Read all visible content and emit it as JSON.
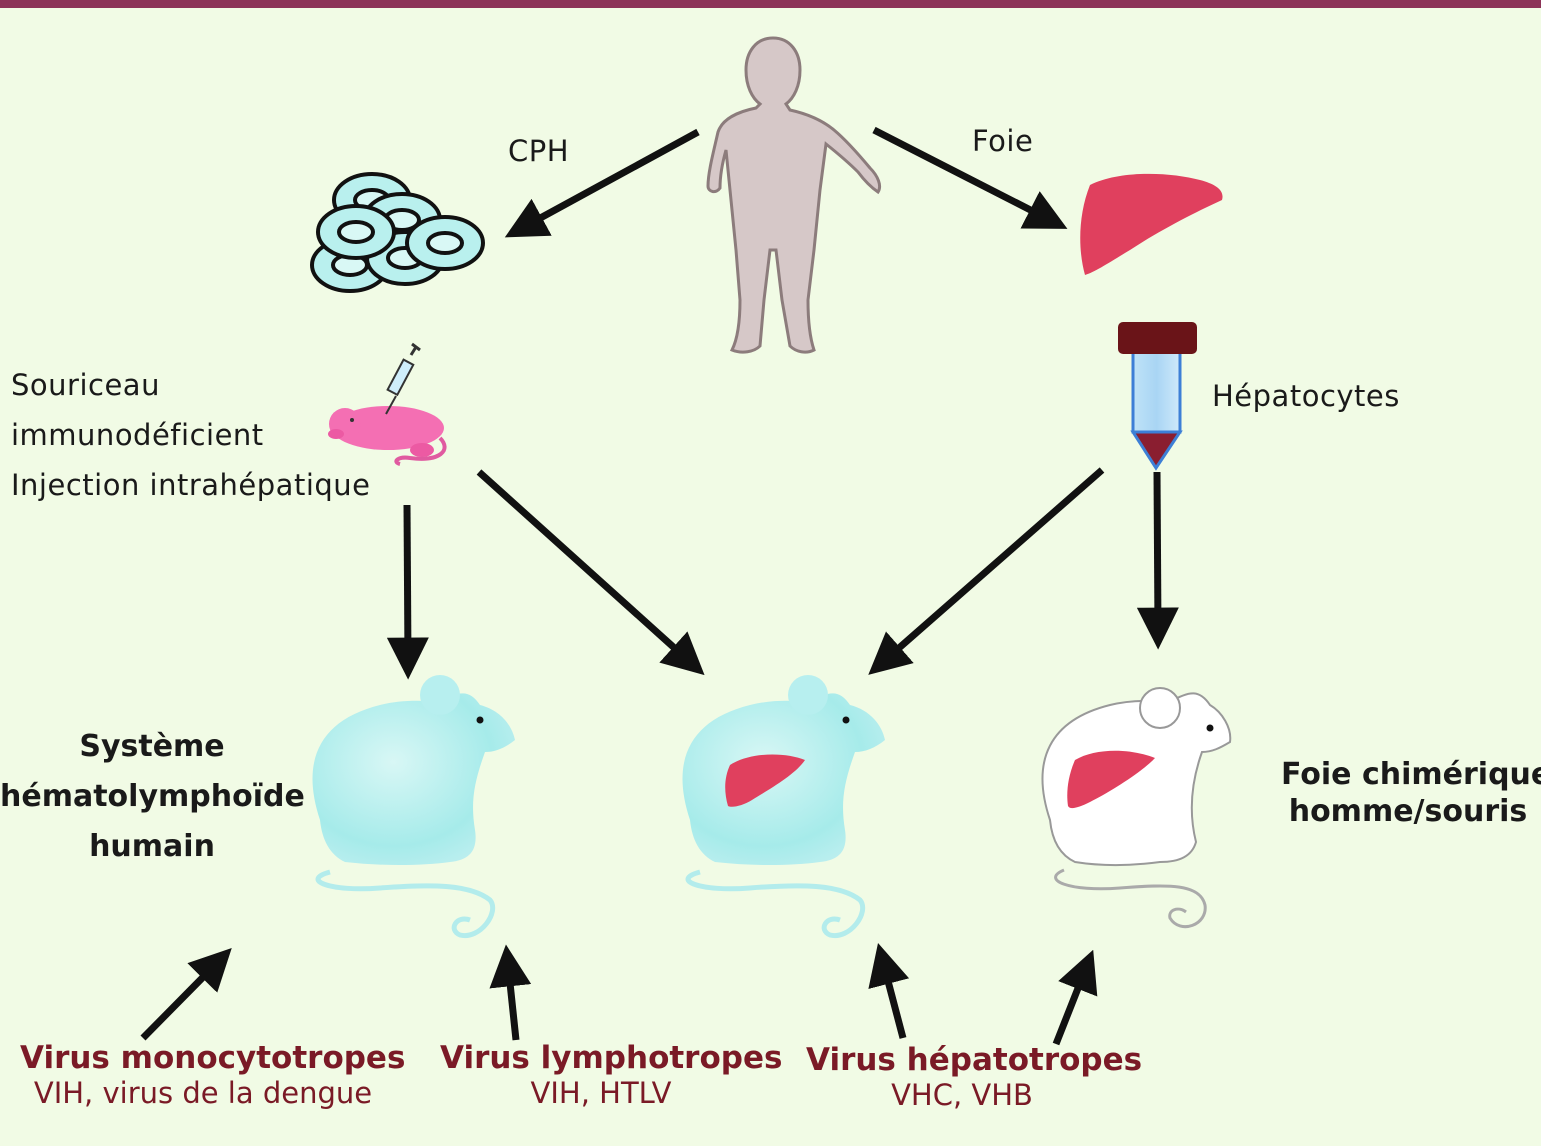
{
  "labels": {
    "cph": "CPH",
    "foie": "Foie",
    "hepatocytes": "Hépatocytes",
    "souriceau": [
      "Souriceau",
      "immunodéficient",
      "Injection intrahépatique"
    ],
    "systeme": [
      "Système",
      "hématolymphoïde",
      "humain"
    ],
    "chimerique": [
      "Foie chimérique",
      "homme/souris"
    ]
  },
  "viruses": [
    {
      "title": "Virus monocytotropes",
      "examples": "VIH, virus de la dengue"
    },
    {
      "title": "Virus lymphotropes",
      "examples": "VIH, HTLV"
    },
    {
      "title": "Virus hépatotropes",
      "examples": "VHC, VHB"
    }
  ],
  "colors": {
    "background": "#f1fbe5",
    "top_bar": "#8c3358",
    "virus_text": "#7a1a26",
    "liver": "#e0405e",
    "mouse_light_blue": "#a8ecec",
    "cell": "#b9f0ee",
    "pup": "#f46fb3"
  }
}
